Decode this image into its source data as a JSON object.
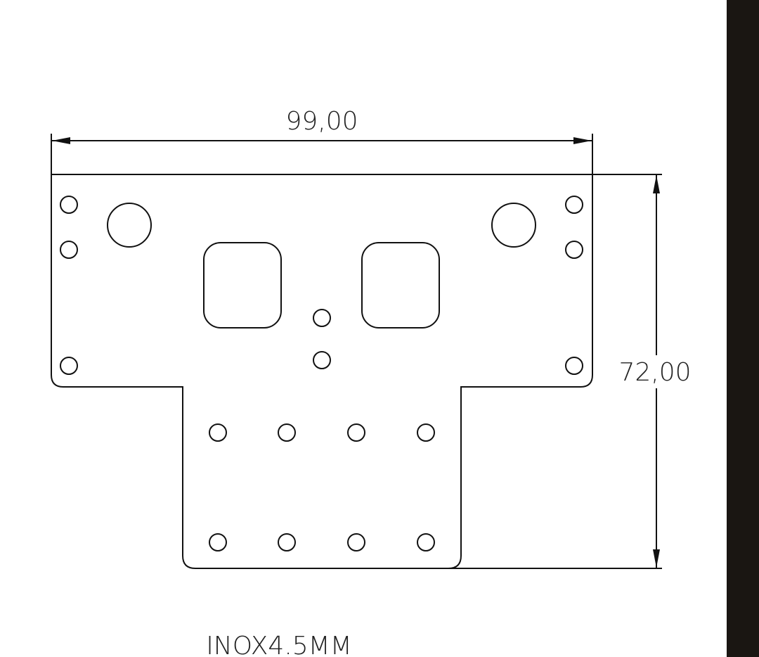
{
  "drawing": {
    "width_dimension": "99,00",
    "height_dimension": "72,00",
    "material_note": "INOX4.5MM"
  },
  "colors": {
    "line": "#111111",
    "background": "#ffffff",
    "side_bar": "#1a1612"
  }
}
